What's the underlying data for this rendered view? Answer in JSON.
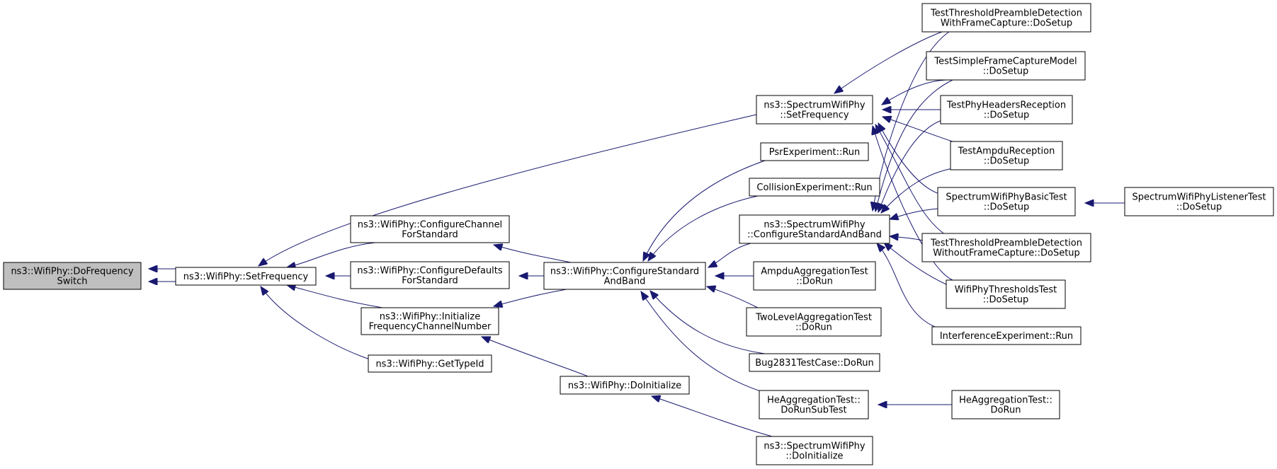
{
  "colors": {
    "edge": "#191970",
    "root_fill": "#bfbfbf",
    "node_fill": "#ffffff",
    "node_border": "#000000"
  },
  "nodes": {
    "doFrequencySwitch": [
      "ns3::WifiPhy::DoFrequency",
      "Switch"
    ],
    "setFrequency": [
      "ns3::WifiPhy::SetFrequency"
    ],
    "spectrumSetFrequency": [
      "ns3::SpectrumWifiPhy",
      "::SetFrequency"
    ],
    "configureChannel": [
      "ns3::WifiPhy::ConfigureChannel",
      "ForStandard"
    ],
    "configureDefaults": [
      "ns3::WifiPhy::ConfigureDefaults",
      "ForStandard"
    ],
    "initializeFreq": [
      "ns3::WifiPhy::Initialize",
      "FrequencyChannelNumber"
    ],
    "getTypeId": [
      "ns3::WifiPhy::GetTypeId"
    ],
    "configureStandardAndBand": [
      "ns3::WifiPhy::ConfigureStandard",
      "AndBand"
    ],
    "doInitialize": [
      "ns3::WifiPhy::DoInitialize"
    ],
    "psrRun": [
      "PsrExperiment::Run"
    ],
    "collisionRun": [
      "CollisionExperiment::Run"
    ],
    "spectrumConfigure": [
      "ns3::SpectrumWifiPhy",
      "::ConfigureStandardAndBand"
    ],
    "ampduAggDoRun": [
      "AmpduAggregationTest",
      "::DoRun"
    ],
    "twoLevelDoRun": [
      "TwoLevelAggregationTest",
      "::DoRun"
    ],
    "bug2831DoRun": [
      "Bug2831TestCase::DoRun"
    ],
    "heAggSubTest": [
      "HeAggregationTest::",
      "DoRunSubTest"
    ],
    "spectrumDoInitialize": [
      "ns3::SpectrumWifiPhy",
      "::DoInitialize"
    ],
    "tpdWithCapture": [
      "TestThresholdPreambleDetection",
      "WithFrameCapture::DoSetup"
    ],
    "simpleFrameCapture": [
      "TestSimpleFrameCaptureModel",
      "::DoSetup"
    ],
    "phyHeadersReception": [
      "TestPhyHeadersReception",
      "::DoSetup"
    ],
    "ampduReception": [
      "TestAmpduReception",
      "::DoSetup"
    ],
    "basicTest": [
      "SpectrumWifiPhyBasicTest",
      "::DoSetup"
    ],
    "tpdWithoutCapture": [
      "TestThresholdPreambleDetection",
      "WithoutFrameCapture::DoSetup"
    ],
    "thresholdsTest": [
      "WifiPhyThresholdsTest",
      "::DoSetup"
    ],
    "interferenceRun": [
      "InterferenceExperiment::Run"
    ],
    "listenerTest": [
      "SpectrumWifiPhyListenerTest",
      "::DoSetup"
    ],
    "heAggDoRun": [
      "HeAggregationTest::",
      "DoRun"
    ]
  }
}
